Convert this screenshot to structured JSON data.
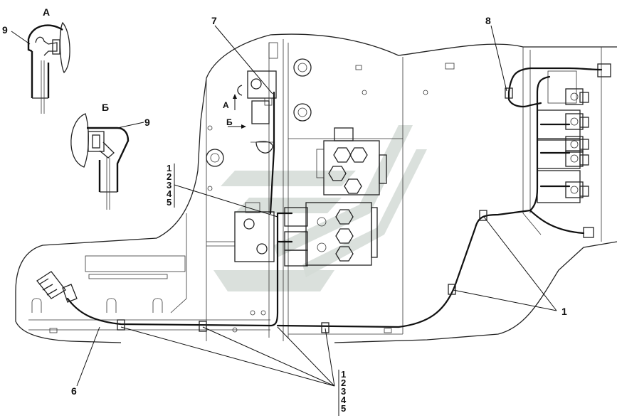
{
  "diagram": {
    "view_labels": {
      "view_a": "А",
      "view_b": "Б"
    },
    "callouts": {
      "c1": "1",
      "c6": "6",
      "c7": "7",
      "c8": "8",
      "c9a": "9",
      "c9b": "9"
    },
    "stack_left": [
      "1",
      "2",
      "3",
      "4",
      "5"
    ],
    "stack_bottom": [
      "1",
      "2",
      "3",
      "4",
      "5"
    ],
    "direction_arrows": {
      "arrow_a": "А",
      "arrow_b": "Б"
    }
  }
}
